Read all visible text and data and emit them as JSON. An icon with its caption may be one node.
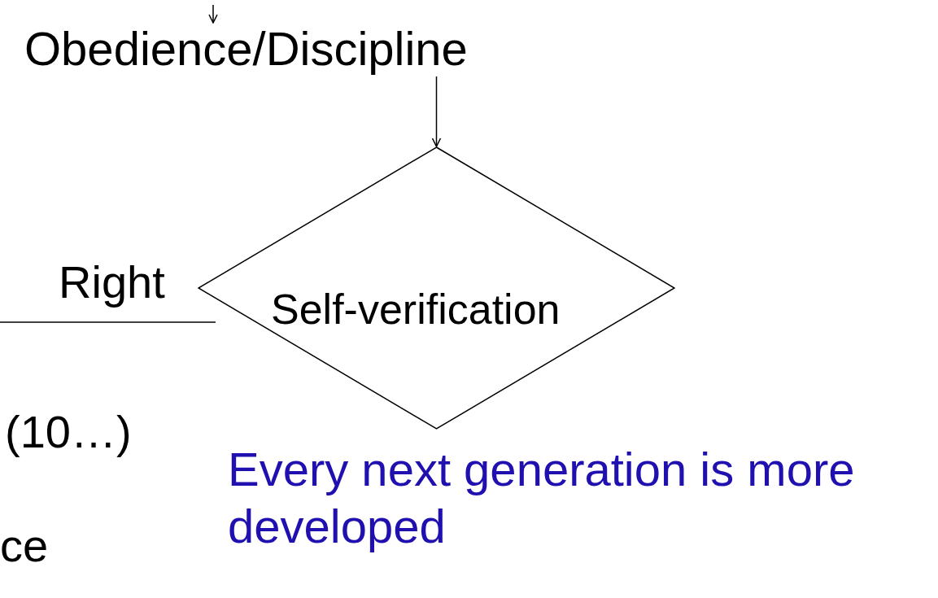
{
  "diagram": {
    "nodes": [
      {
        "text": [
          "Obedience/Discipline"
        ]
      },
      {
        "text": [
          "Self-verification"
        ]
      }
    ],
    "edges": [
      {
        "from": null,
        "to": 0,
        "arrow": "to"
      },
      {
        "from": 0,
        "to": 1,
        "arrow": "to"
      }
    ],
    "labels": [
      "Right",
      "(10…)",
      "Every next generation is more developed",
      "ce"
    ]
  }
}
